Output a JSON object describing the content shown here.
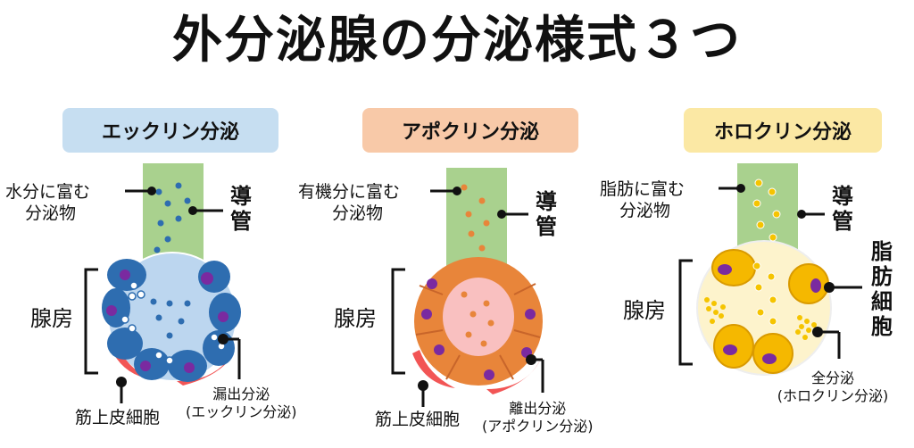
{
  "title": "外分泌腺の分泌様式３つ",
  "panels": [
    {
      "header": "エックリン分泌",
      "header_color": "#c6def1",
      "secretion_label_1": "水分に富む",
      "secretion_label_2": "分泌物",
      "duct_label_1": "導",
      "duct_label_2": "管",
      "chamber_label": "腺房",
      "myo_label": "筋上皮細胞",
      "mode_label_1": "漏出分泌",
      "mode_label_2": "(エックリン分泌)"
    },
    {
      "header": "アポクリン分泌",
      "header_color": "#f8c9a8",
      "secretion_label_1": "有機分に富む",
      "secretion_label_2": "分泌物",
      "duct_label_1": "導",
      "duct_label_2": "管",
      "chamber_label": "腺房",
      "myo_label": "筋上皮細胞",
      "mode_label_1": "離出分泌",
      "mode_label_2": "(アポクリン分泌)"
    },
    {
      "header": "ホロクリン分泌",
      "header_color": "#fbe8a4",
      "secretion_label_1": "脂肪に富む",
      "secretion_label_2": "分泌物",
      "duct_label_1": "導",
      "duct_label_2": "管",
      "chamber_label": "腺房",
      "fat_cell_label": [
        "脂",
        "肪",
        "細",
        "胞"
      ],
      "mode_label_1": "全分泌",
      "mode_label_2": "(ホロクリン分泌)"
    }
  ],
  "colors": {
    "duct": "#a9d18e",
    "eccrine_cell": "#2e6db0",
    "eccrine_lumen": "#bcd6ef",
    "eccrine_dot": "#2e6db0",
    "apocrine_cell": "#e8853a",
    "apocrine_lumen": "#f9c0c0",
    "apocrine_dot": "#e8853a",
    "holocrine_cell": "#f5b800",
    "holocrine_lumen": "#fdf3cc",
    "holocrine_dot": "#f5c400",
    "nucleus": "#7a2aa0",
    "myoepithelial": "#f25555"
  }
}
